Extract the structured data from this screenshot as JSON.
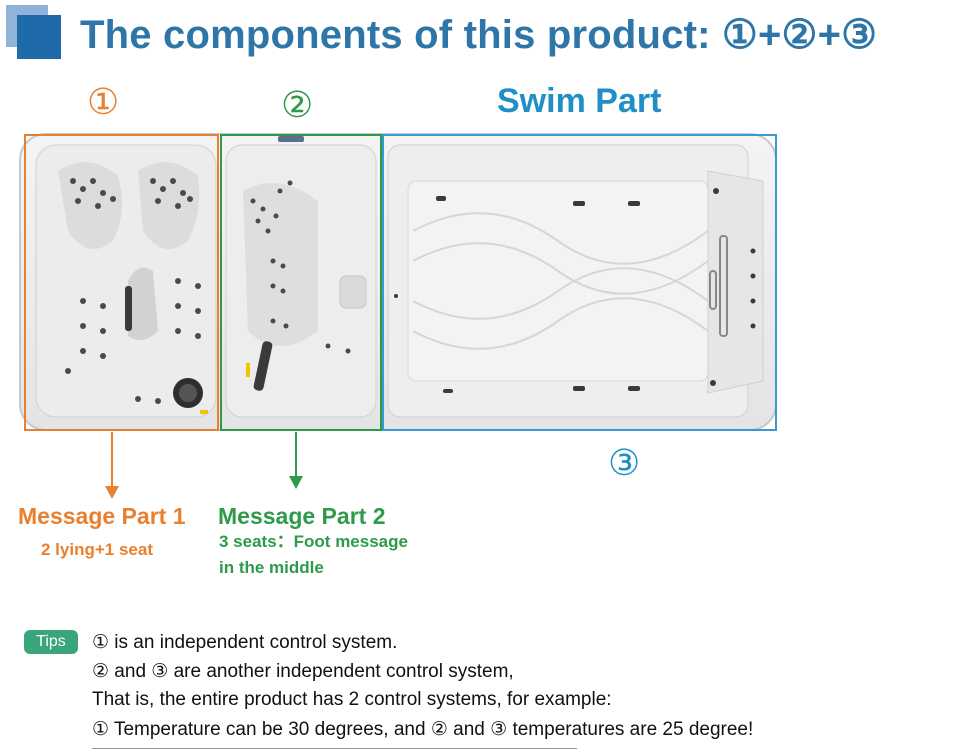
{
  "header": {
    "title": "The components of this product: ①+②+③"
  },
  "markers": {
    "part1": "①",
    "part2": "②",
    "part3": "③"
  },
  "swim_part_title": "Swim Part",
  "parts": {
    "part1": {
      "title": "Message Part 1",
      "subtitle": "2 lying+1 seat"
    },
    "part2": {
      "title": "Message Part 2",
      "subtitle_line1": "3 seats：Foot message",
      "subtitle_line2": "in the middle"
    }
  },
  "tips": {
    "badge": "Tips",
    "lines": [
      "① is an independent control system.",
      "② and ③ are another independent control system,",
      "That is, the entire product has 2 control systems, for example:",
      "① Temperature can be 30 degrees, and ② and ③ temperatures are 25 degree!"
    ]
  },
  "colors": {
    "part1": "#e8802f",
    "part2": "#2e9a4a",
    "part3": "#3a9ad0",
    "title": "#2f76a8"
  }
}
